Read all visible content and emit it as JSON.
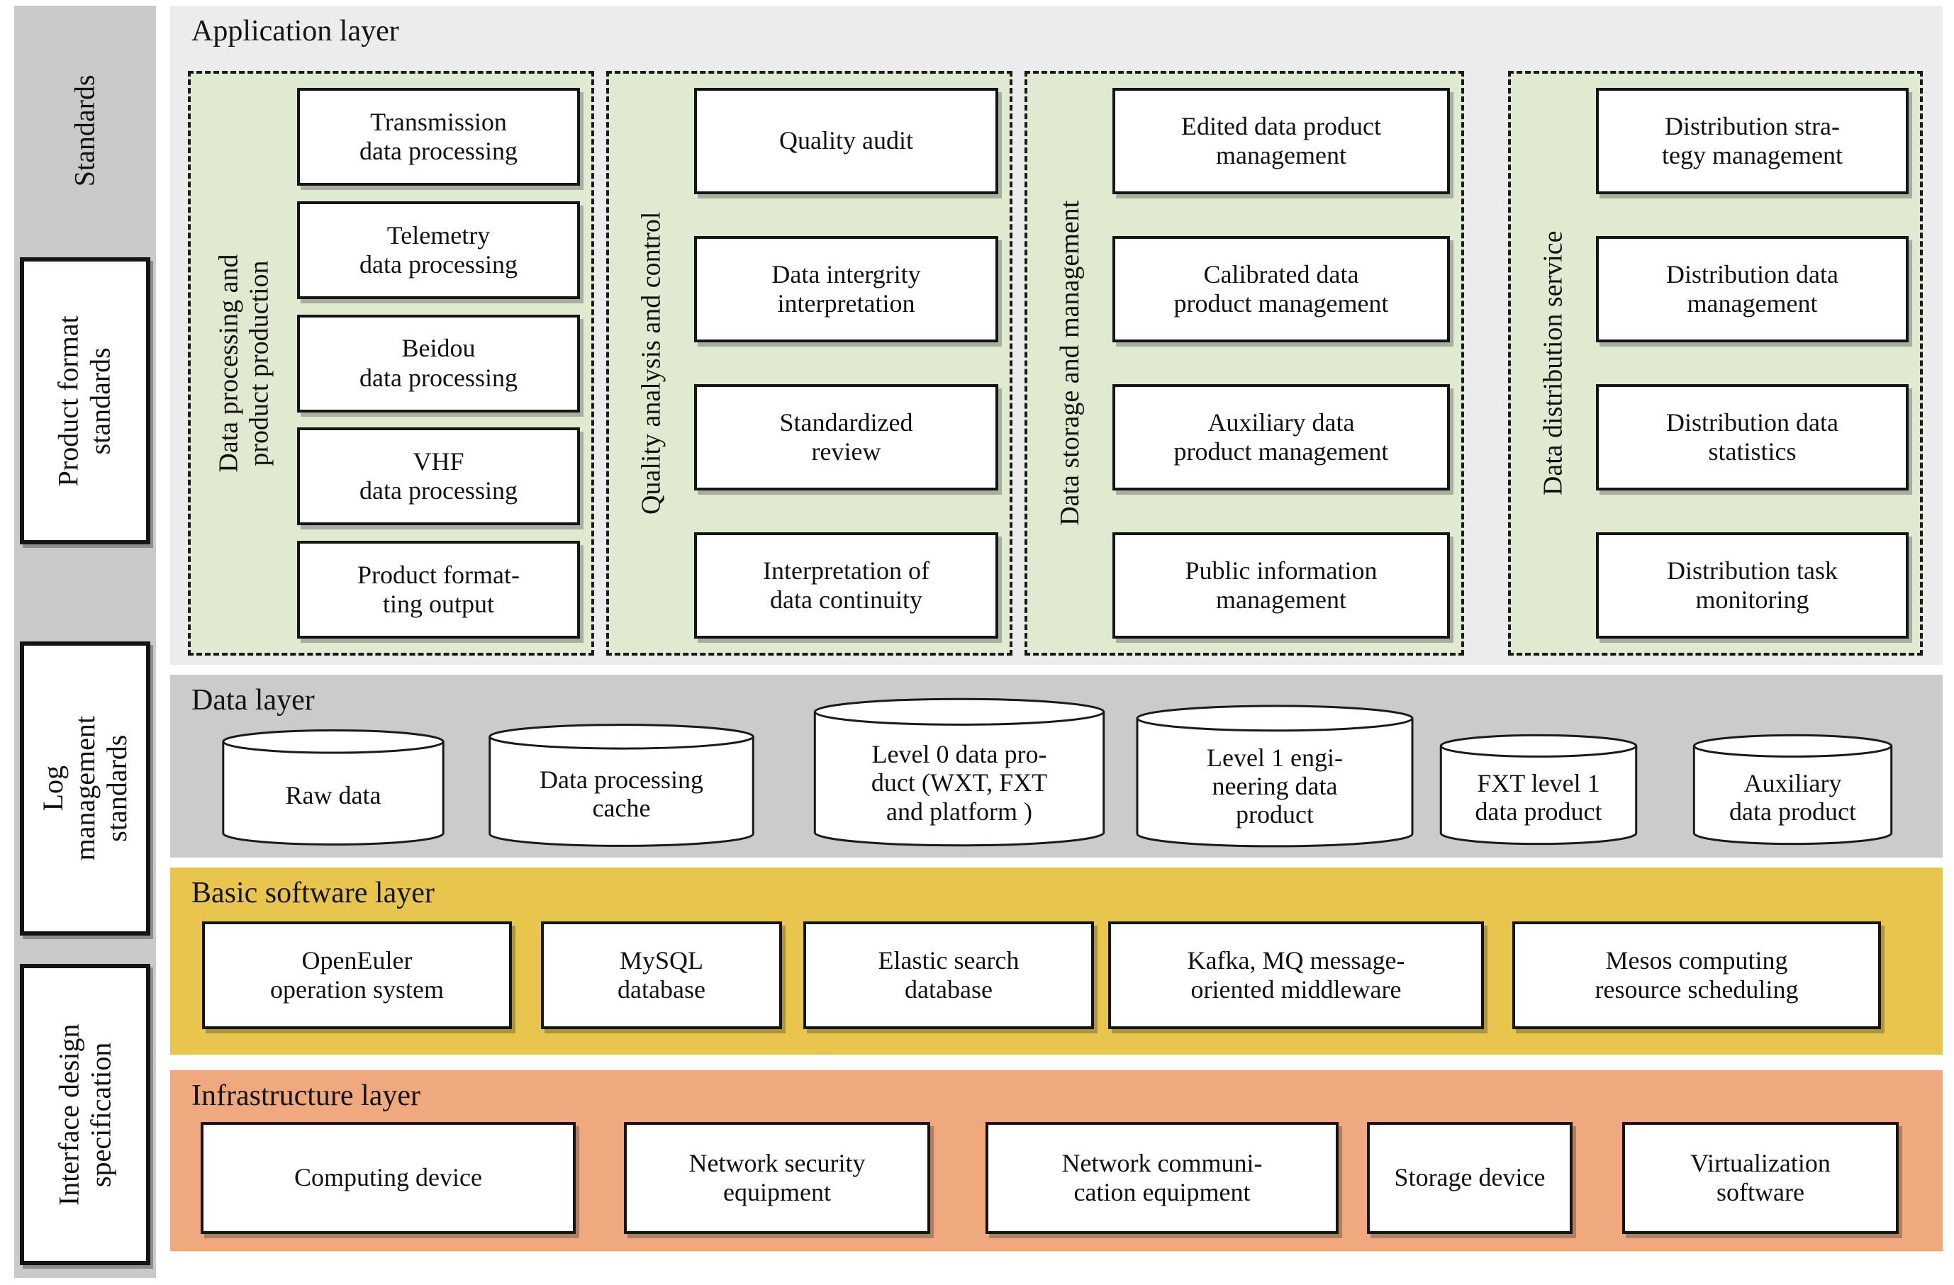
{
  "palette": {
    "application_bg": "#ececec",
    "group_bg": "#e0ead0",
    "data_layer_bg": "#cbcbcb",
    "software_layer_bg": "#e8c64d",
    "infrastructure_layer_bg": "#f0a87e",
    "sidebar_bg": "#cacaca",
    "box_border": "#151515"
  },
  "sidebar": {
    "title": "Standards",
    "boxes": [
      {
        "label": "Product format\nstandards"
      },
      {
        "label": "Log\nmanagement\nstandards"
      },
      {
        "label": "Interface design\nspecification"
      }
    ]
  },
  "application_layer": {
    "title": "Application layer",
    "groups": [
      {
        "label": "Data processing and\nproduct production",
        "boxes": [
          "Transmission\ndata processing",
          "Telemetry\ndata processing",
          "Beidou\ndata processing",
          "VHF\ndata processing",
          "Product format-\nting output"
        ]
      },
      {
        "label": "Quality analysis and control",
        "boxes": [
          "Quality audit",
          "Data intergrity\ninterpretation",
          "Standardized\nreview",
          "Interpretation of\ndata continuity"
        ]
      },
      {
        "label": "Data storage and management",
        "boxes": [
          "Edited data product\nmanagement",
          "Calibrated data\nproduct management",
          "Auxiliary data\nproduct management",
          "Public information\nmanagement"
        ]
      },
      {
        "label": "Data distribution service",
        "boxes": [
          "Distribution stra-\ntegy management",
          "Distribution data\nmanagement",
          "Distribution data\nstatistics",
          "Distribution task\nmonitoring"
        ]
      }
    ]
  },
  "data_layer": {
    "title": "Data layer",
    "cylinders": [
      "Raw data",
      "Data processing\ncache",
      "Level 0 data pro-\nduct (WXT, FXT\nand platform )",
      "Level 1 engi-\nneering data\nproduct",
      "FXT level 1\ndata product",
      "Auxiliary\ndata product"
    ]
  },
  "software_layer": {
    "title": "Basic software layer",
    "boxes": [
      "OpenEuler\noperation system",
      "MySQL\ndatabase",
      "Elastic search\ndatabase",
      "Kafka, MQ message-\noriented middleware",
      "Mesos computing\nresource scheduling"
    ]
  },
  "infrastructure_layer": {
    "title": "Infrastructure layer",
    "boxes": [
      "Computing device",
      "Network security\nequipment",
      "Network communi-\ncation equipment",
      "Storage device",
      "Virtualization\nsoftware"
    ]
  }
}
